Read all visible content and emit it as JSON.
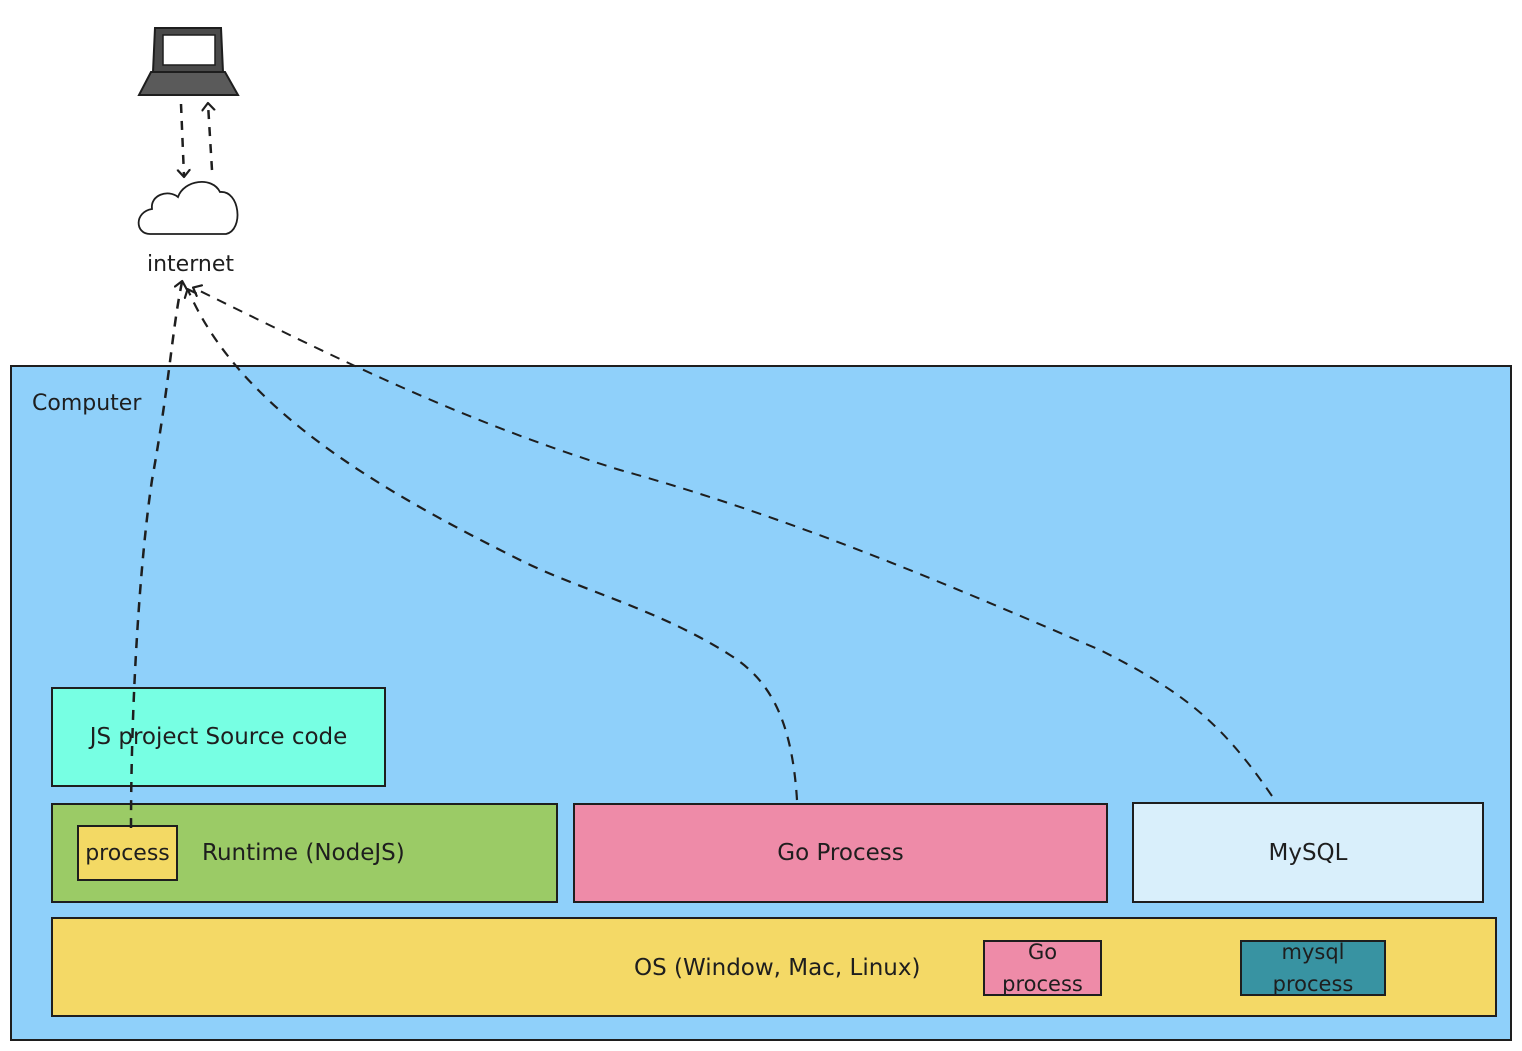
{
  "internet": {
    "label": "internet"
  },
  "computer": {
    "label": "Computer"
  },
  "js_source": {
    "label": "JS project Source code"
  },
  "runtime": {
    "label": "Runtime (NodeJS)",
    "process_label": "process"
  },
  "go_process": {
    "label": "Go Process"
  },
  "mysql": {
    "label": "MySQL"
  },
  "os": {
    "label": "OS (Window, Mac, Linux)",
    "go_process_label": "Go process",
    "mysql_process_label": "mysql process"
  },
  "colors": {
    "computer": "#8fd0fa",
    "js_source": "#77ffe3",
    "runtime": "#9bcb66",
    "process": "#f3d964",
    "go_process": "#ee8ba8",
    "mysql": "#d9effb",
    "os": "#f4d966",
    "mysql_process": "#3893a2"
  },
  "icons": [
    "laptop-icon",
    "cloud-icon"
  ]
}
